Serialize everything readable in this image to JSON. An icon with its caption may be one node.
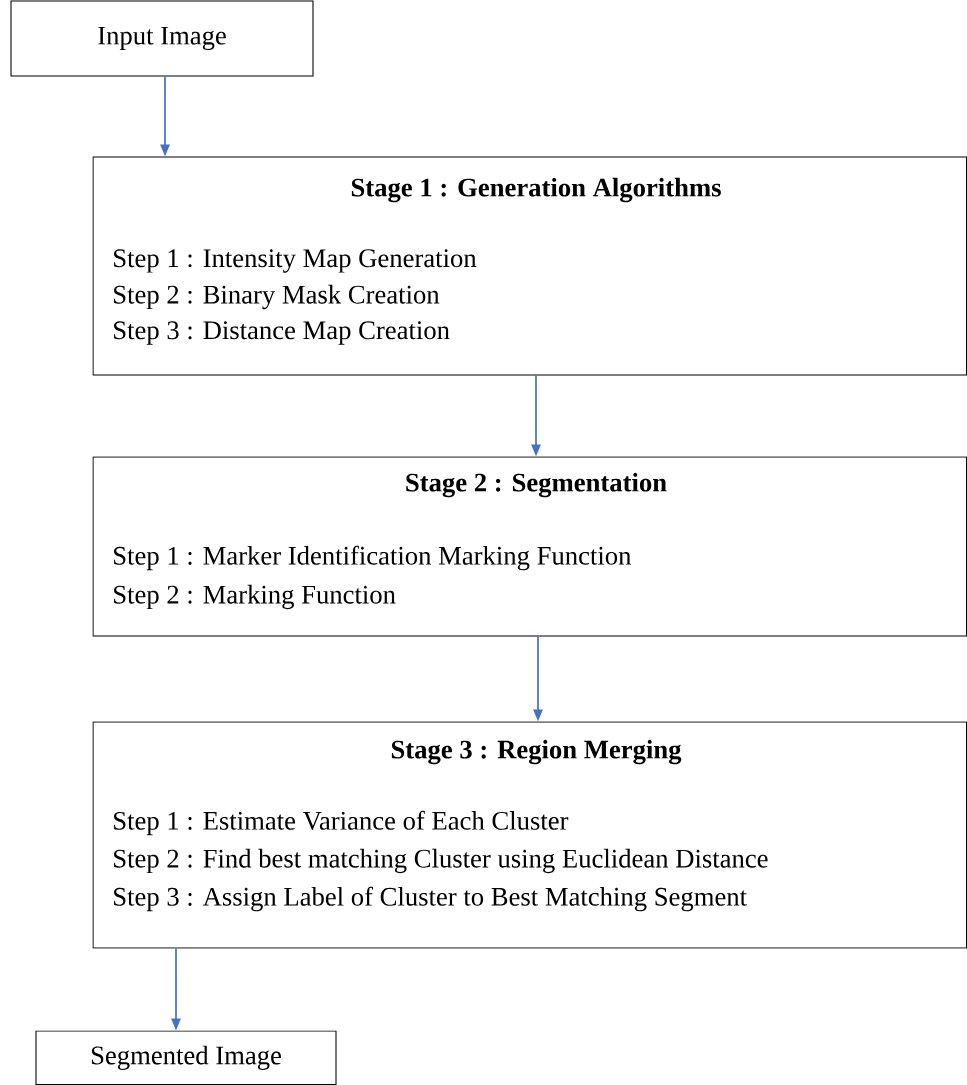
{
  "diagram": {
    "nodes": [
      {
        "text": [
          "Input Image"
        ]
      },
      {
        "text": [
          "Stage 1 : Generation Algorithms",
          "Step 1 : Intensity Map Generation",
          "Step 2 : Binary Mask Creation",
          "Step 3 : Distance Map Creation"
        ]
      },
      {
        "text": [
          "Stage 2 : Segmentation",
          "Step 1 : Marker Identification Marking Function",
          "Step 2 : Marking Function"
        ]
      },
      {
        "text": [
          "Stage 3 : Region Merging",
          "Step 1 : Estimate Variance of Each Cluster",
          "Step 2 : Find best matching Cluster using Euclidean Distance",
          "Step 3 : Assign Label of Cluster to Best Matching Segment"
        ]
      },
      {
        "text": [
          "Segmented Image"
        ]
      }
    ],
    "edges": [
      {
        "from": 0,
        "to": 1,
        "arrow": "to"
      },
      {
        "from": 1,
        "to": 2,
        "arrow": "to"
      },
      {
        "from": 2,
        "to": 3,
        "arrow": "to"
      },
      {
        "from": 3,
        "to": 4,
        "arrow": "to"
      }
    ]
  }
}
